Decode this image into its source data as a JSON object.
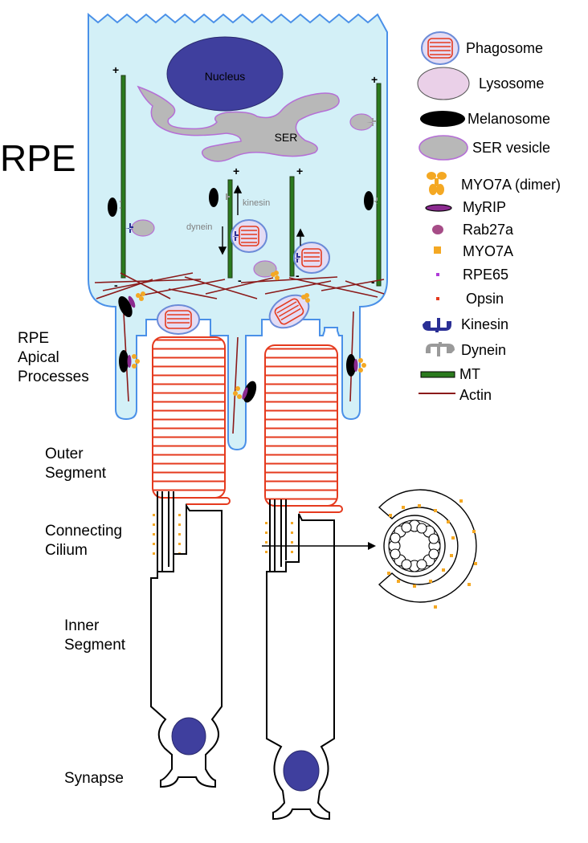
{
  "labels": {
    "rpe": "RPE",
    "apical": [
      "RPE",
      "Apical",
      "Processes"
    ],
    "outer_segment": [
      "Outer",
      "Segment"
    ],
    "connecting_cilium": [
      "Connecting",
      "Cilium"
    ],
    "inner_segment": [
      "Inner",
      "Segment"
    ],
    "synapse": "Synapse"
  },
  "diagram": {
    "nucleus": "Nucleus",
    "ser": "SER",
    "kinesin": "kinesin",
    "dynein": "dynein",
    "plus": "+",
    "minus": "-"
  },
  "legend": [
    {
      "key": "phagosome",
      "label": "Phagosome",
      "icon": "phagosome-icon"
    },
    {
      "key": "lysosome",
      "label": "Lysosome",
      "icon": "lysosome-icon"
    },
    {
      "key": "melanosome",
      "label": "Melanosome",
      "icon": "melanosome-icon"
    },
    {
      "key": "ser-vesicle",
      "label": "SER vesicle",
      "icon": "ser-vesicle-icon"
    },
    {
      "key": "myo7a-dimer",
      "label": "MYO7A (dimer)",
      "icon": "myo7a-dimer-icon"
    },
    {
      "key": "myrip",
      "label": "MyRIP",
      "icon": "myrip-icon"
    },
    {
      "key": "rab27a",
      "label": "Rab27a",
      "icon": "rab27a-icon"
    },
    {
      "key": "myo7a",
      "label": "MYO7A",
      "icon": "myo7a-icon"
    },
    {
      "key": "rpe65",
      "label": "RPE65",
      "icon": "rpe65-icon"
    },
    {
      "key": "opsin",
      "label": "Opsin",
      "icon": "opsin-icon"
    },
    {
      "key": "kinesin",
      "label": "Kinesin",
      "icon": "kinesin-icon"
    },
    {
      "key": "dynein",
      "label": "Dynein",
      "icon": "dynein-icon"
    },
    {
      "key": "mt",
      "label": "MT",
      "icon": "microtubule-icon"
    },
    {
      "key": "actin",
      "label": "Actin",
      "icon": "actin-icon"
    }
  ],
  "colors": {
    "rpe_fill": "#d3f0f7",
    "rpe_stroke": "#4a90e8",
    "nucleus": "#3f3f9e",
    "ser": "#b8b8b8",
    "ser_stroke": "#b56fd6",
    "phagosome": "#e53a1e",
    "lysosome": "#ead0e8",
    "melanosome": "#000000",
    "myo7a": "#f4a823",
    "myrip": "#8b2a8f",
    "rab27a": "#a64c87",
    "rpe65": "#b03ad8",
    "opsin": "#e53a1e",
    "kinesin": "#2a2f95",
    "dynein": "#9a9a9a",
    "mt": "#2b7a1e",
    "actin": "#8b1a1a"
  }
}
